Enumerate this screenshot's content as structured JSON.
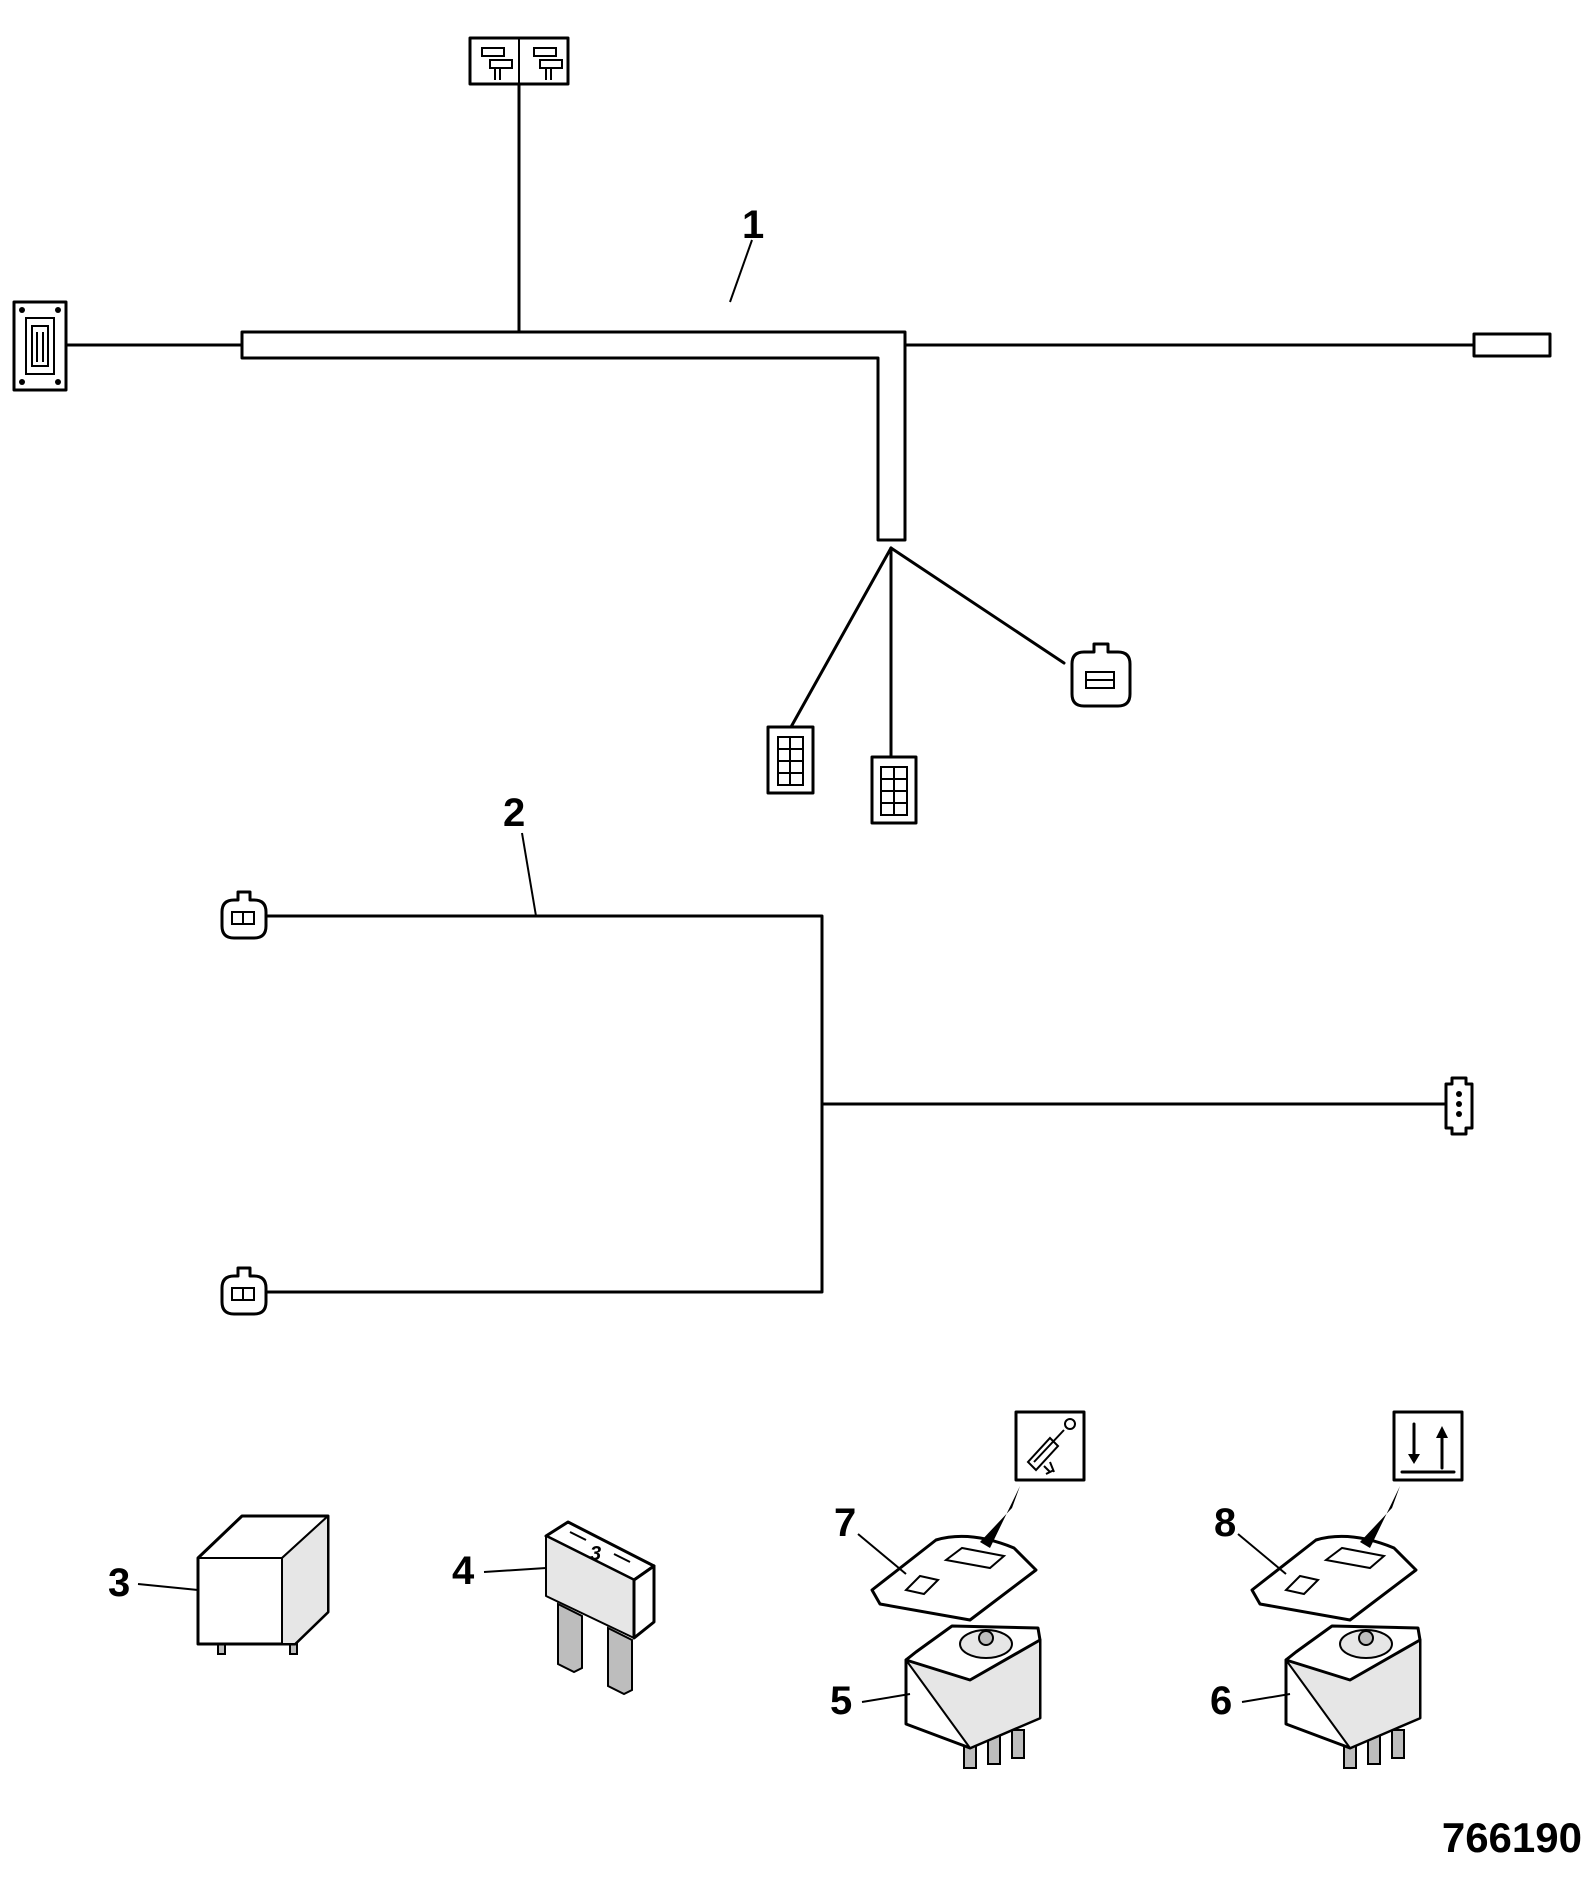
{
  "callouts": {
    "c1": "1",
    "c2": "2",
    "c3": "3",
    "c4": "4",
    "c5": "5",
    "c6": "6",
    "c7": "7",
    "c8": "8"
  },
  "fuse_marking": "3",
  "drawing_number": "766190",
  "icons": {
    "switch_7_symbol": "beacon-lamp-icon",
    "switch_8_symbol": "down-up-arrows-icon"
  }
}
